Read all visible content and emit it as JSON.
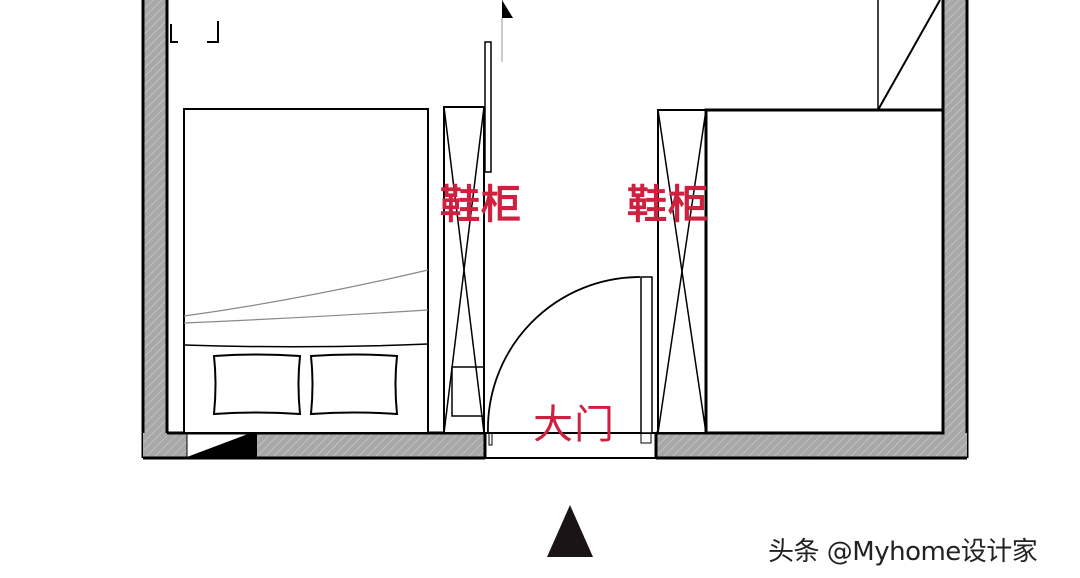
{
  "diagram": {
    "type": "floor-plan",
    "labels": {
      "shoe_cabinet_left": "鞋柜",
      "shoe_cabinet_right": "鞋柜",
      "main_door": "大门"
    },
    "entrance_marker": "entry-arrow",
    "watermark": "头条 @Myhome设计家",
    "colors": {
      "label": "#d0203f",
      "wall_fill": "#a8a8a8",
      "line": "#000000",
      "background": "#ffffff"
    },
    "elements": [
      "bed",
      "pillows",
      "shoe-cabinet-left",
      "shoe-cabinet-right",
      "swing-door",
      "wardrobe-right",
      "walls"
    ]
  }
}
